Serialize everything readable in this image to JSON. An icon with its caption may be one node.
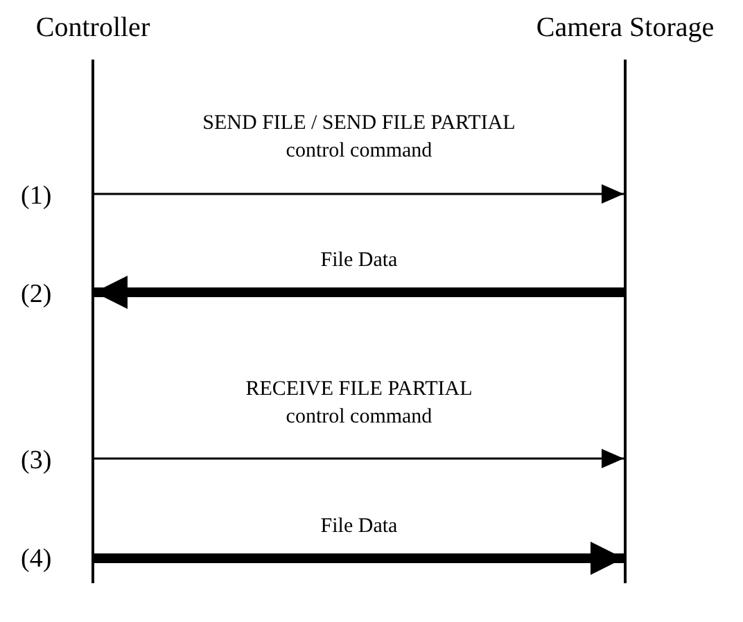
{
  "diagram": {
    "nodes": [
      {
        "text": [
          "Controller"
        ]
      },
      {
        "text": [
          "Camera Storage"
        ]
      }
    ],
    "edges": [
      {
        "from": 0,
        "to": 1,
        "arrow": "to",
        "label": "SEND FILE / SEND FILE PARTIAL control command"
      },
      {
        "from": 1,
        "to": 0,
        "arrow": "to",
        "label": "File Data",
        "style": "thick"
      },
      {
        "from": 0,
        "to": 1,
        "arrow": "to",
        "label": "RECEIVE FILE PARTIAL control command"
      },
      {
        "from": 0,
        "to": 1,
        "arrow": "to",
        "label": "File Data",
        "style": "thick"
      }
    ],
    "labels": [
      "(1)",
      "(2)",
      "(3)",
      "(4)"
    ]
  }
}
